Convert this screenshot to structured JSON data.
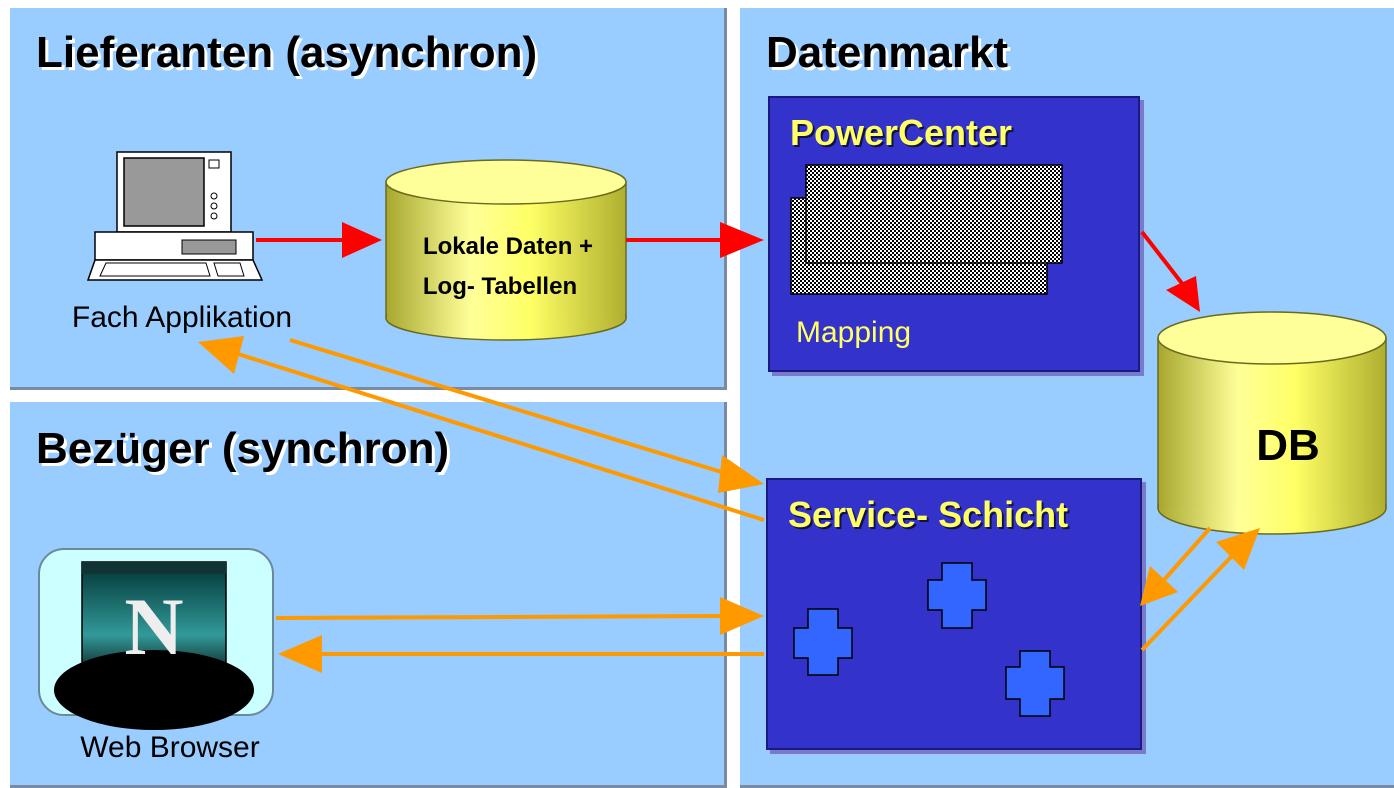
{
  "panels": {
    "lieferanten": {
      "title": "Lieferanten (asynchron)"
    },
    "bezueger": {
      "title": "Bezüger (synchron)"
    },
    "datenmarkt": {
      "title": "Datenmarkt"
    }
  },
  "nodes": {
    "fach_applikation": {
      "label": "Fach Applikation",
      "icon": "computer-icon"
    },
    "lokale_daten": {
      "line1": "Lokale Daten +",
      "line2": "Log- Tabellen",
      "icon": "database-cylinder-icon"
    },
    "powercenter": {
      "title": "PowerCenter",
      "subtitle": "Mapping"
    },
    "db": {
      "label": "DB",
      "icon": "database-cylinder-icon"
    },
    "service_schicht": {
      "title": "Service- Schicht"
    },
    "web_browser": {
      "label": "Web Browser",
      "icon": "netscape-browser-icon"
    }
  },
  "colors": {
    "panel_bg": "#99ccff",
    "box_bg": "#3333cc",
    "box_title": "#ffff66",
    "cylinder": "#ffff66",
    "sync_arrow": "#ff9900",
    "async_arrow": "#ff0000",
    "component": "#3366ff"
  }
}
